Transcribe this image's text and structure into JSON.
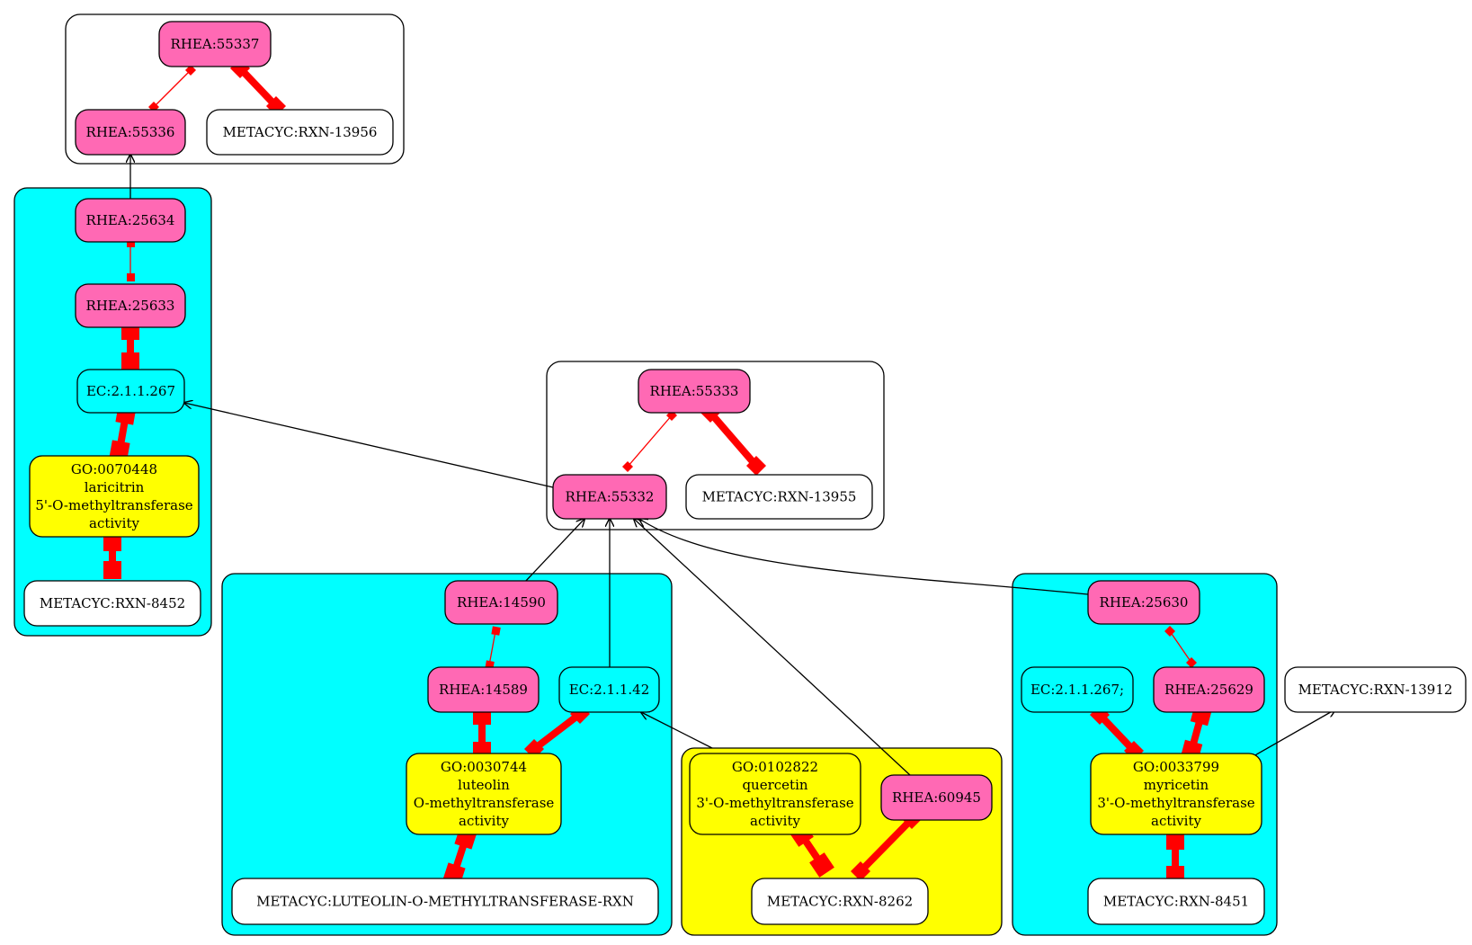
{
  "colors": {
    "cluster_cyan": "#00ffff",
    "cluster_yellow": "#ffff00",
    "cluster_white": "#ffffff",
    "node_rhea": "#ff69b4",
    "node_go": "#ffff00",
    "node_ec": "#00ffff",
    "node_metacyc": "#ffffff",
    "edge_equivalent": "#ff0000",
    "edge_plain": "#000000"
  },
  "nodes": {
    "rhea_55337": {
      "lines": [
        "RHEA:55337"
      ]
    },
    "rhea_55336": {
      "lines": [
        "RHEA:55336"
      ]
    },
    "metacyc_rxn_13956": {
      "lines": [
        "METACYC:RXN-13956"
      ]
    },
    "rhea_25634": {
      "lines": [
        "RHEA:25634"
      ]
    },
    "rhea_25633": {
      "lines": [
        "RHEA:25633"
      ]
    },
    "ec_2_1_1_267_a": {
      "lines": [
        "EC:2.1.1.267"
      ]
    },
    "go_0070448": {
      "lines": [
        "GO:0070448",
        "laricitrin",
        "5'-O-methyltransferase",
        "activity"
      ]
    },
    "metacyc_rxn_8452": {
      "lines": [
        "METACYC:RXN-8452"
      ]
    },
    "rhea_55333": {
      "lines": [
        "RHEA:55333"
      ]
    },
    "rhea_55332": {
      "lines": [
        "RHEA:55332"
      ]
    },
    "metacyc_rxn_13955": {
      "lines": [
        "METACYC:RXN-13955"
      ]
    },
    "rhea_14590": {
      "lines": [
        "RHEA:14590"
      ]
    },
    "rhea_14589": {
      "lines": [
        "RHEA:14589"
      ]
    },
    "ec_2_1_1_42": {
      "lines": [
        "EC:2.1.1.42"
      ]
    },
    "go_0030744": {
      "lines": [
        "GO:0030744",
        "luteolin",
        "O-methyltransferase",
        "activity"
      ]
    },
    "metacyc_luteolin": {
      "lines": [
        "METACYC:LUTEOLIN-O-METHYLTRANSFERASE-RXN"
      ]
    },
    "go_0102822": {
      "lines": [
        "GO:0102822",
        "quercetin",
        "3'-O-methyltransferase",
        "activity"
      ]
    },
    "rhea_60945": {
      "lines": [
        "RHEA:60945"
      ]
    },
    "metacyc_rxn_8262": {
      "lines": [
        "METACYC:RXN-8262"
      ]
    },
    "rhea_25630": {
      "lines": [
        "RHEA:25630"
      ]
    },
    "ec_2_1_1_267_b": {
      "lines": [
        "EC:2.1.1.267;"
      ]
    },
    "rhea_25629": {
      "lines": [
        "RHEA:25629"
      ]
    },
    "go_0033799": {
      "lines": [
        "GO:0033799",
        "myricetin",
        "3'-O-methyltransferase",
        "activity"
      ]
    },
    "metacyc_rxn_8451": {
      "lines": [
        "METACYC:RXN-8451"
      ]
    },
    "metacyc_rxn_13912": {
      "lines": [
        "METACYC:RXN-13912"
      ]
    }
  }
}
